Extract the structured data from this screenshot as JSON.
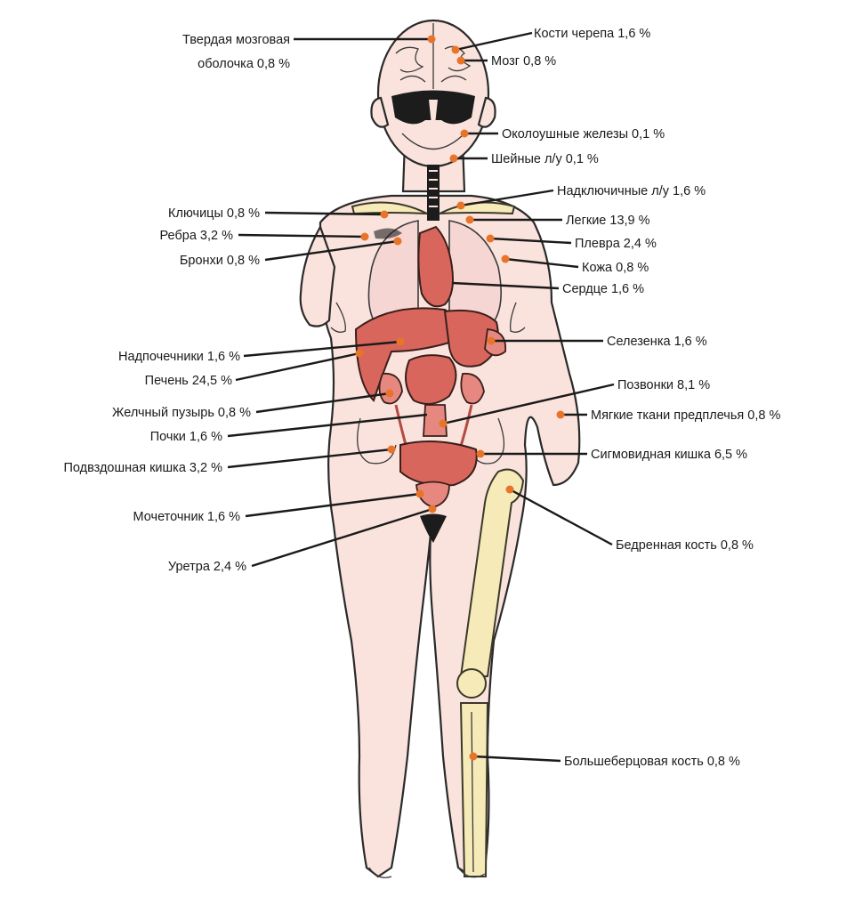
{
  "labels": {
    "dura": [
      "Твердая мозговая",
      "оболочка 0,8 %"
    ],
    "skull": "Кости черепа 1,6 %",
    "brain": "Мозг 0,8 %",
    "parotid": "Околоушные железы 0,1 %",
    "cervical_ln": "Шейные л/у 0,1 %",
    "supraclav_ln": "Надключичные л/у 1,6 %",
    "clavicles": "Ключицы 0,8 %",
    "lungs": "Легкие 13,9 %",
    "ribs": "Ребра 3,2 %",
    "pleura": "Плевра 2,4 %",
    "bronchi": "Бронхи 0,8 %",
    "skin": "Кожа 0,8 %",
    "heart": "Сердце 1,6 %",
    "spleen": "Селезенка 1,6 %",
    "adrenals": "Надпочечники 1,6 %",
    "liver": "Печень 24,5 %",
    "vertebrae": "Позвонки 8,1 %",
    "gallbladder": "Желчный пузырь 0,8 %",
    "forearm": "Мягкие ткани предплечья 0,8 %",
    "kidneys": "Почки 1,6 %",
    "ileum": "Подвздошная кишка 3,2 %",
    "sigmoid": "Сигмовидная кишка 6,5 %",
    "ureter": "Мочеточник 1,6 %",
    "femur": "Бедренная кость 0,8 %",
    "urethra": "Уретра 2,4 %",
    "tibia": "Большеберцовая кость 0,8 %"
  },
  "colors": {
    "skin": "#fbe3dd",
    "organ": "#d9665c",
    "bone": "#f6eab8",
    "marker": "#e8742a"
  }
}
